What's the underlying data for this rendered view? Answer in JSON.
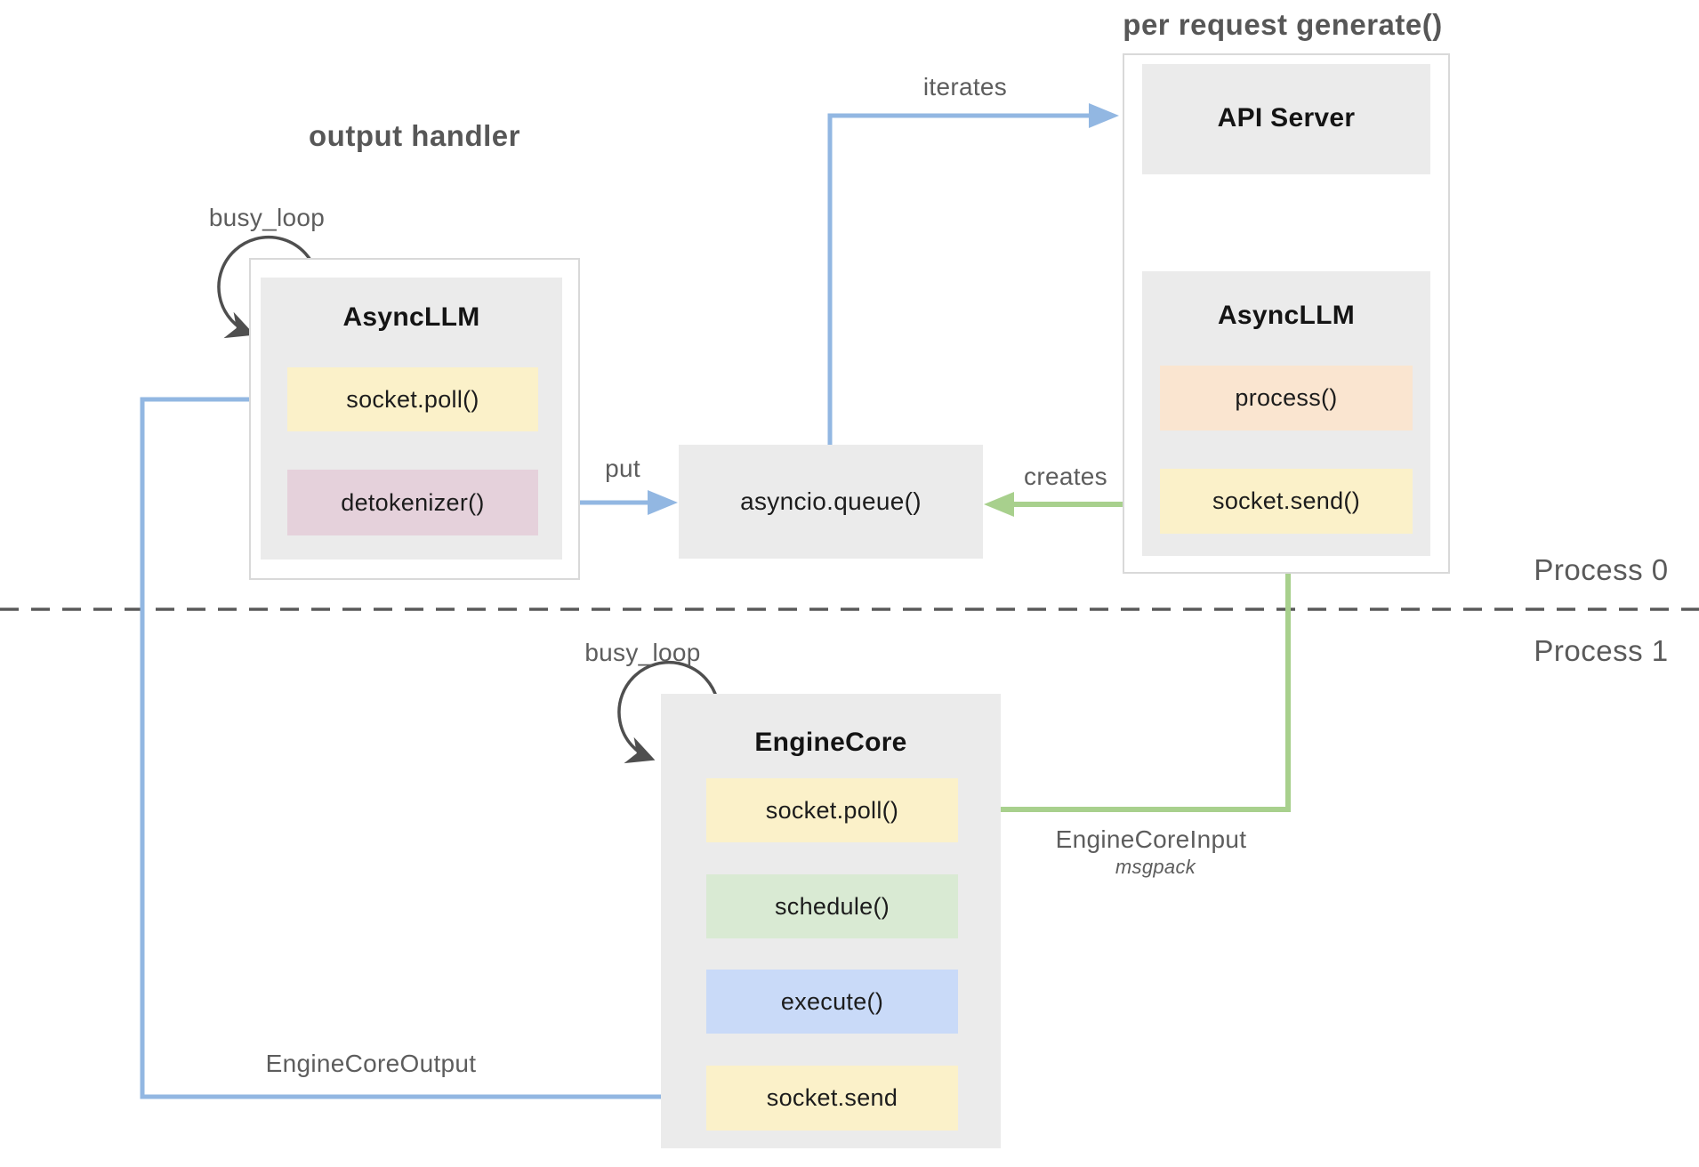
{
  "palette": {
    "box_gray": "#ebebeb",
    "frame_border": "#d9d9d9",
    "yellow_fill": "#fbf1c9",
    "pink_fill": "#e5d1db",
    "peach_fill": "#fae5d0",
    "green_fill": "#d9ead3",
    "blue_fill": "#c9daf8",
    "arrow_blue": "#92b7e2",
    "arrow_green": "#a8d08d",
    "loop_arrow_gray": "#4f4f4f",
    "text_dark": "#1c1c1c",
    "text_gray": "#5d5d5d"
  },
  "sections": {
    "output_handler": {
      "title": "output handler",
      "busy_loop": "busy_loop",
      "box": {
        "title": "AsyncLLM",
        "rows": [
          {
            "label": "socket.poll()"
          },
          {
            "label": "detokenizer()"
          }
        ]
      }
    },
    "per_request": {
      "title": "per request generate()",
      "api_server": {
        "title": "API Server"
      },
      "async_llm": {
        "title": "AsyncLLM",
        "rows": [
          {
            "label": "process()"
          },
          {
            "label": "socket.send()"
          }
        ]
      }
    },
    "queue": {
      "label": "asyncio.queue()"
    },
    "engine_core": {
      "busy_loop": "busy_loop",
      "box": {
        "title": "EngineCore",
        "rows": [
          {
            "label": "socket.poll()"
          },
          {
            "label": "schedule()"
          },
          {
            "label": "execute()"
          },
          {
            "label": "socket.send"
          }
        ]
      }
    }
  },
  "edges": {
    "put": "put",
    "iterates": "iterates",
    "creates": "creates",
    "engine_core_input": "EngineCoreInput",
    "engine_core_input_format": "msgpack",
    "engine_core_output": "EngineCoreOutput"
  },
  "process_labels": {
    "p0": "Process 0",
    "p1": "Process 1"
  }
}
